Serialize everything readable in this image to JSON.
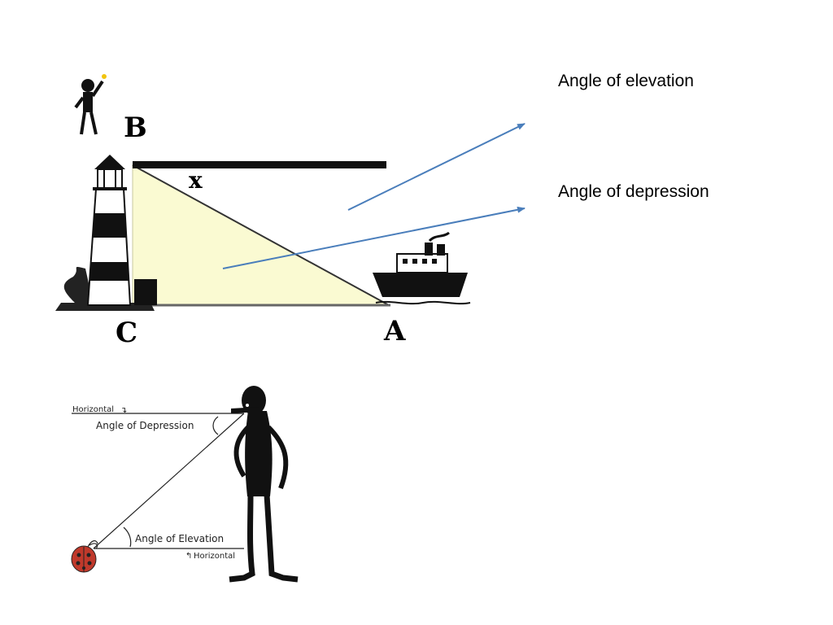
{
  "callouts": {
    "elevation": "Angle of elevation",
    "depression": "Angle of depression"
  },
  "top_figure": {
    "point_b": "B",
    "point_c": "C",
    "point_a": "A",
    "angle_x": "x"
  },
  "bottom_figure": {
    "horizontal_top": "Horizontal",
    "angle_depression": "Angle of Depression",
    "angle_elevation": "Angle of Elevation",
    "horizontal_bottom": "Horizontal"
  },
  "colors": {
    "arrow": "#4a7ebb",
    "triangle_fill": "#fafad2",
    "ladybug": "#c0392b"
  }
}
